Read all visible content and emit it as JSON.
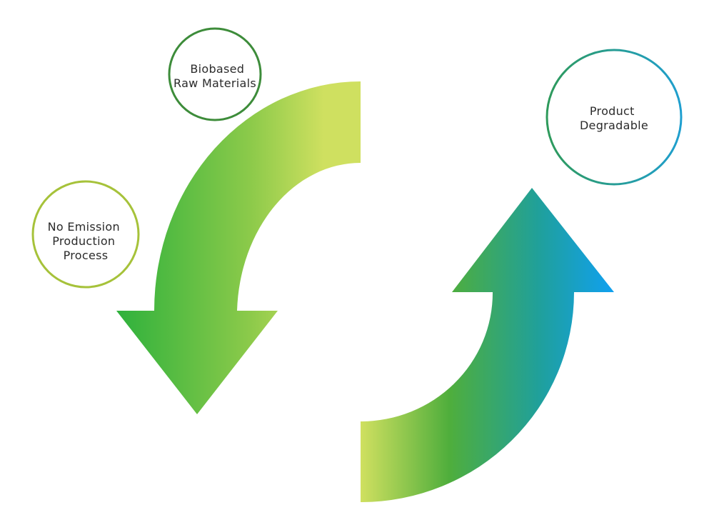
{
  "nodes": {
    "biobased": {
      "lines": [
        "Biobased",
        "Raw Materials"
      ],
      "stroke": "#3d8c3a"
    },
    "no_emission": {
      "lines": [
        "No Emission",
        "Production",
        "Process"
      ],
      "stroke": "#a6c23a"
    },
    "degradable": {
      "lines": [
        "Product",
        "Degradable"
      ],
      "stroke_start": "#2e9a5a",
      "stroke_end": "#1f9fd0"
    }
  },
  "arrows": {
    "left": {
      "direction": "down",
      "gradient": [
        "#2eb13c",
        "#8cca4a",
        "#cfe060"
      ]
    },
    "right": {
      "direction": "up",
      "gradient": [
        "#d0e060",
        "#4fae3c",
        "#20a09a",
        "#10a0f0"
      ]
    }
  }
}
